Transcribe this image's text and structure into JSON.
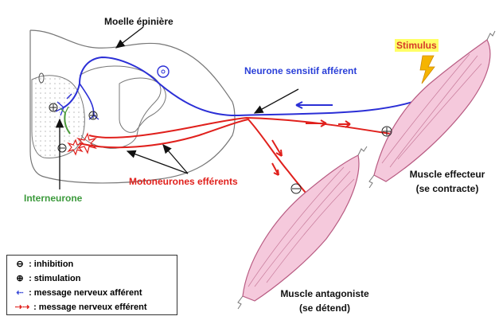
{
  "labels": {
    "spinal_cord": "Moelle épinière",
    "stimulus": "Stimulus",
    "sensory_neuron": "Neurone sensitif afférent",
    "interneuron": "Interneurone",
    "motor_neurons": "Motoneurones efférents",
    "effector_muscle": [
      "Muscle effecteur",
      "(se contracte)"
    ],
    "antagonist_muscle": [
      "Muscle antagoniste",
      "(se détend)"
    ]
  },
  "legend": [
    {
      "symbol": "⊖",
      "text": ": inhibition",
      "symbol_color": "#000000"
    },
    {
      "symbol": "⊕",
      "text": ": stimulation",
      "symbol_color": "#000000"
    },
    {
      "symbol": "⇠",
      "text": ": message nerveux afférent",
      "symbol_color": "#3b4bd8"
    },
    {
      "symbol": "⇢⇢",
      "text": ": message nerveux efférent",
      "symbol_color": "#e0201c"
    }
  ],
  "colors": {
    "sensory": "#2b2fd6",
    "motor": "#e0201c",
    "interneuron": "#4a9a3a",
    "muscle_fill": "#f5c9dc",
    "stimulus_bg": "#ffff66",
    "stimulus_text": "#d63a2a",
    "label_blue": "#2a3fd8",
    "label_red": "#e0201c",
    "label_green": "#3c9a3c"
  }
}
